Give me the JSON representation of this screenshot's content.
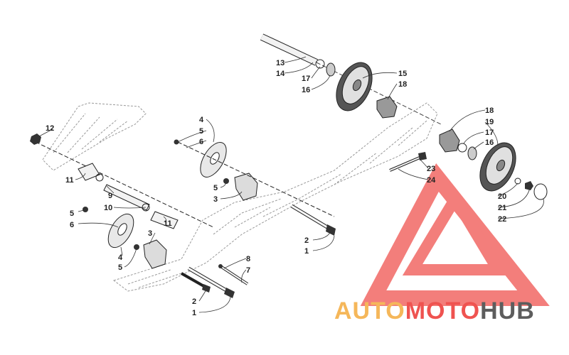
{
  "callouts": [
    {
      "id": "c12",
      "text": "12"
    },
    {
      "id": "c11a",
      "text": "11"
    },
    {
      "id": "c9",
      "text": "9"
    },
    {
      "id": "c10",
      "text": "10"
    },
    {
      "id": "c5a",
      "text": "5"
    },
    {
      "id": "c6a",
      "text": "6"
    },
    {
      "id": "c11b",
      "text": "11"
    },
    {
      "id": "c3a",
      "text": "3"
    },
    {
      "id": "c4a",
      "text": "4"
    },
    {
      "id": "c5b",
      "text": "5"
    },
    {
      "id": "c4b",
      "text": "4"
    },
    {
      "id": "c5c",
      "text": "5"
    },
    {
      "id": "c6b",
      "text": "6"
    },
    {
      "id": "c5d",
      "text": "5"
    },
    {
      "id": "c3b",
      "text": "3"
    },
    {
      "id": "c13",
      "text": "13"
    },
    {
      "id": "c14",
      "text": "14"
    },
    {
      "id": "c17a",
      "text": "17"
    },
    {
      "id": "c16a",
      "text": "16"
    },
    {
      "id": "c15",
      "text": "15"
    },
    {
      "id": "c18a",
      "text": "18"
    },
    {
      "id": "c18b",
      "text": "18"
    },
    {
      "id": "c19",
      "text": "19"
    },
    {
      "id": "c17b",
      "text": "17"
    },
    {
      "id": "c16b",
      "text": "16"
    },
    {
      "id": "c23",
      "text": "23"
    },
    {
      "id": "c24",
      "text": "24"
    },
    {
      "id": "c20",
      "text": "20"
    },
    {
      "id": "c21",
      "text": "21"
    },
    {
      "id": "c22",
      "text": "22"
    },
    {
      "id": "c2a",
      "text": "2"
    },
    {
      "id": "c1a",
      "text": "1"
    },
    {
      "id": "c8",
      "text": "8"
    },
    {
      "id": "c7",
      "text": "7"
    },
    {
      "id": "c2b",
      "text": "2"
    },
    {
      "id": "c1b",
      "text": "1"
    }
  ],
  "watermark": {
    "auto": "AUTO",
    "moto": "MOTO",
    "hub": "HUB",
    "color_orange": "#f5b75a",
    "color_red": "#ef5350",
    "color_gray": "#5d5d5d"
  }
}
